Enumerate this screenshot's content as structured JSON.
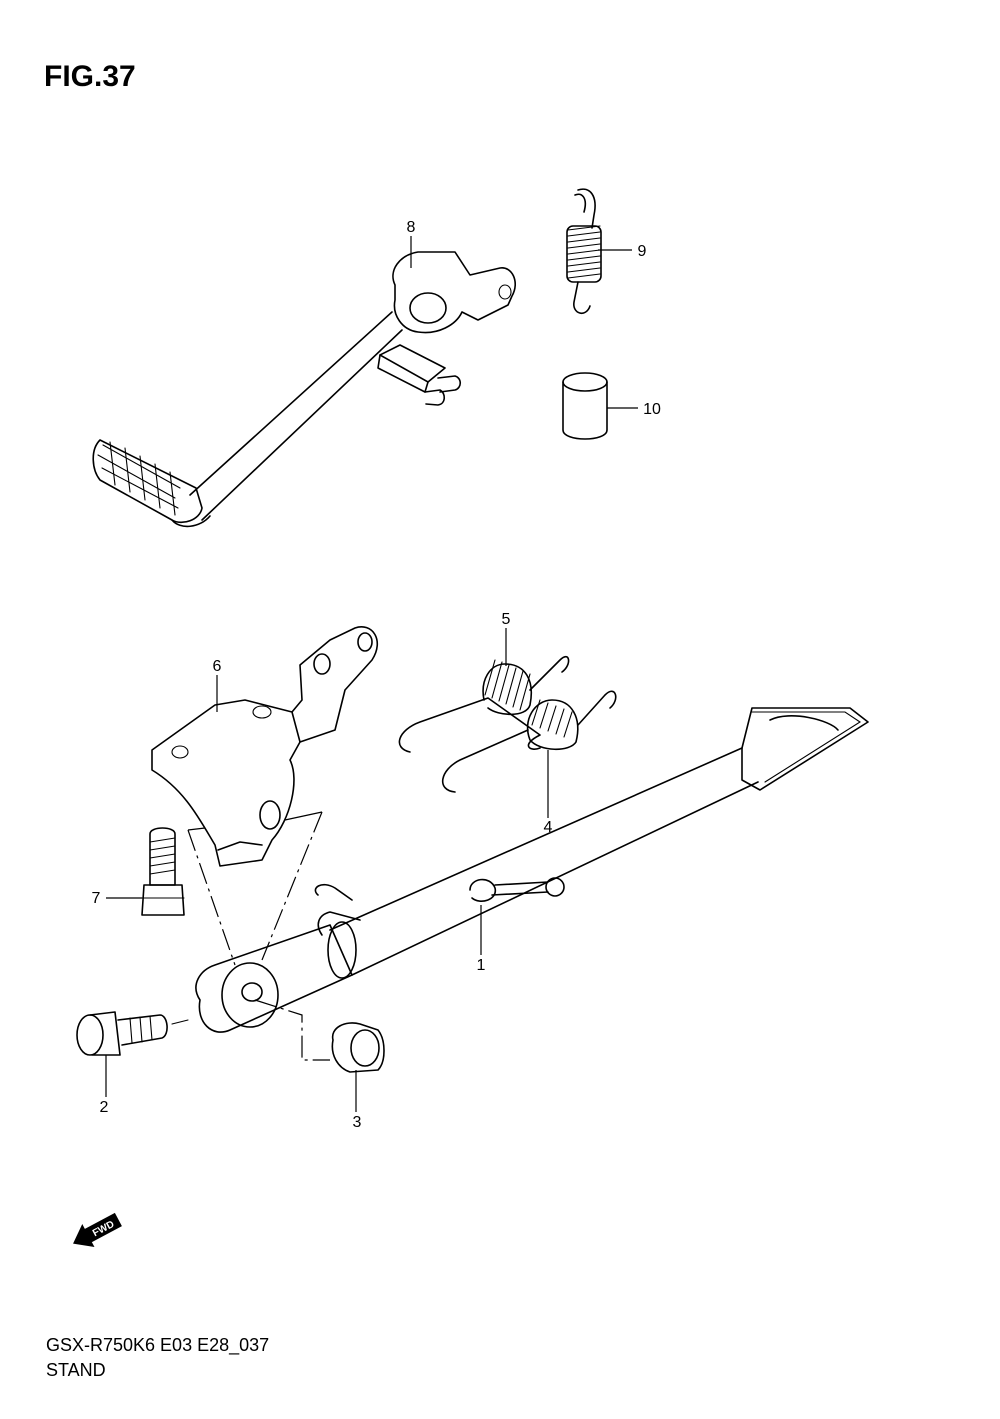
{
  "figure": {
    "title": "FIG.37",
    "model_code": "GSX-R750K6 E03 E28_037",
    "section_name": "STAND"
  },
  "callouts": [
    "1",
    "2",
    "3",
    "4",
    "5",
    "6",
    "7",
    "8",
    "9",
    "10"
  ],
  "fwd_badge": "FWD",
  "colors": {
    "line": "#000000",
    "background": "#ffffff"
  }
}
